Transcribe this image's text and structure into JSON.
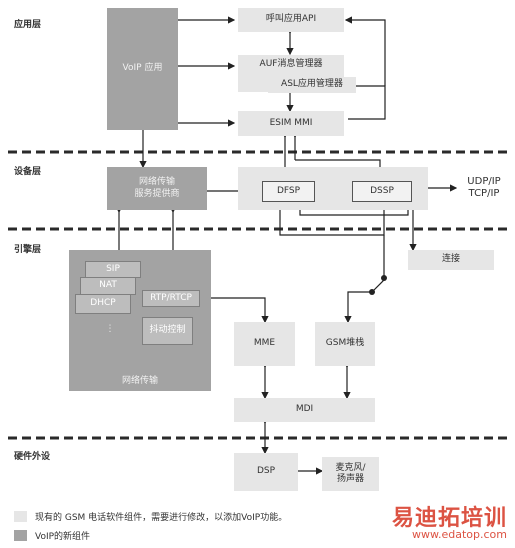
{
  "layers": {
    "application": "应用层",
    "device": "设备层",
    "engine": "引擎层",
    "hardware": "硬件外设"
  },
  "boxes": {
    "voip_app": "VoIP 应用",
    "call_api": "呼叫应用API",
    "auf_manager": "AUF消息管理器",
    "asl_manager": "ASL应用管理器",
    "esim_mmi": "ESIM MMI",
    "net_service": "网络传输\n服务提供商",
    "dfsp": "DFSP",
    "dssp": "DSSP",
    "udp_tcp": "UDP/IP\nTCP/IP",
    "connect": "连接",
    "sip": "SIP",
    "nat": "NAT",
    "dhcp": "DHCP",
    "rtp_rtcp": "RTP/RTCP",
    "jitter": "抖动控制",
    "net_transport": "网络传输",
    "mme": "MME",
    "gsm_stack": "GSM堆栈",
    "mdi": "MDI",
    "dsp": "DSP",
    "mic_speaker": "麦克风/\n扬声器"
  },
  "legend": {
    "existing": "现有的 GSM 电话软件组件，需要进行修改，以添加VoIP功能。",
    "new": "VoIP的新组件"
  },
  "watermark": {
    "brand": "易迪拓培训",
    "url": "www.edatop.com"
  },
  "colors": {
    "existing_component": "#e6e6e6",
    "new_component": "#a3a3a3",
    "watermark": "#d9412f"
  }
}
